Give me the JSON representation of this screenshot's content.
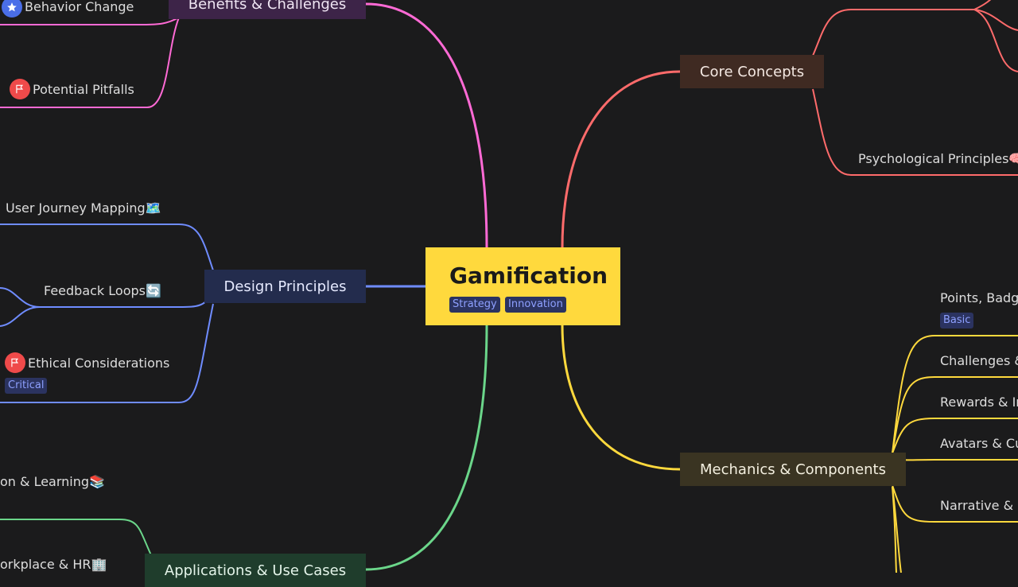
{
  "root": {
    "title": "Gamification",
    "tags": [
      "Strategy",
      "Innovation"
    ],
    "color": "#ffd93d"
  },
  "branches": {
    "benefits": {
      "label": "Benefits & Challenges",
      "color": "#ff6ad5"
    },
    "core": {
      "label": "Core Concepts",
      "color": "#ff6b6b"
    },
    "design": {
      "label": "Design Principles",
      "color": "#6f8cff"
    },
    "mechanics": {
      "label": "Mechanics & Components",
      "color": "#ffd93d"
    },
    "applications": {
      "label": "Applications & Use Cases",
      "color": "#6bd68a"
    }
  },
  "leaves": {
    "behavior_change": "Behavior Change",
    "potential_pitfalls": "Potential Pitfalls",
    "user_journey": "User Journey Mapping🗺️",
    "feedback_loops": "Feedback Loops🔄",
    "ethical": "Ethical Considerations",
    "ethical_tag": "Critical",
    "education": "on & Learning📚",
    "workplace": "orkplace & HR🏢",
    "psych": "Psychological Principles🧠",
    "points": "Points, Badg",
    "points_tag": "Basic",
    "challenges": "Challenges &",
    "rewards": "Rewards & In",
    "avatars": "Avatars & Cu",
    "narrative": "Narrative &"
  },
  "icons": {
    "star": "star-icon",
    "flag": "flag-icon"
  }
}
